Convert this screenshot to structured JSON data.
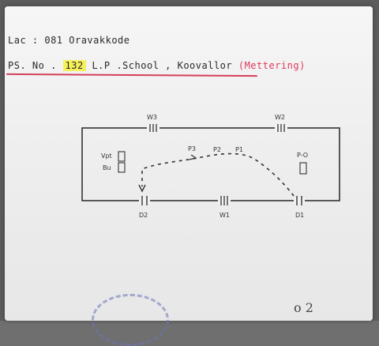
{
  "header": {
    "line1": "Lac : 081 Oravakkode",
    "ps_label": "PS. No .",
    "ps_number": "132",
    "school": "L.P .School , Koovallor",
    "note": "(Mettering)"
  },
  "diagram": {
    "windows": {
      "top_left": "W3",
      "top_right": "W2",
      "bottom_middle": "W1"
    },
    "doors": {
      "bottom_left": "D2",
      "bottom_right": "D1"
    },
    "points": [
      "P3",
      "P2",
      "P1"
    ],
    "left_box_labels": [
      "Vpt",
      "Bu"
    ],
    "right_box_label": "P-O"
  },
  "footer": {
    "scribble": "o 2"
  }
}
